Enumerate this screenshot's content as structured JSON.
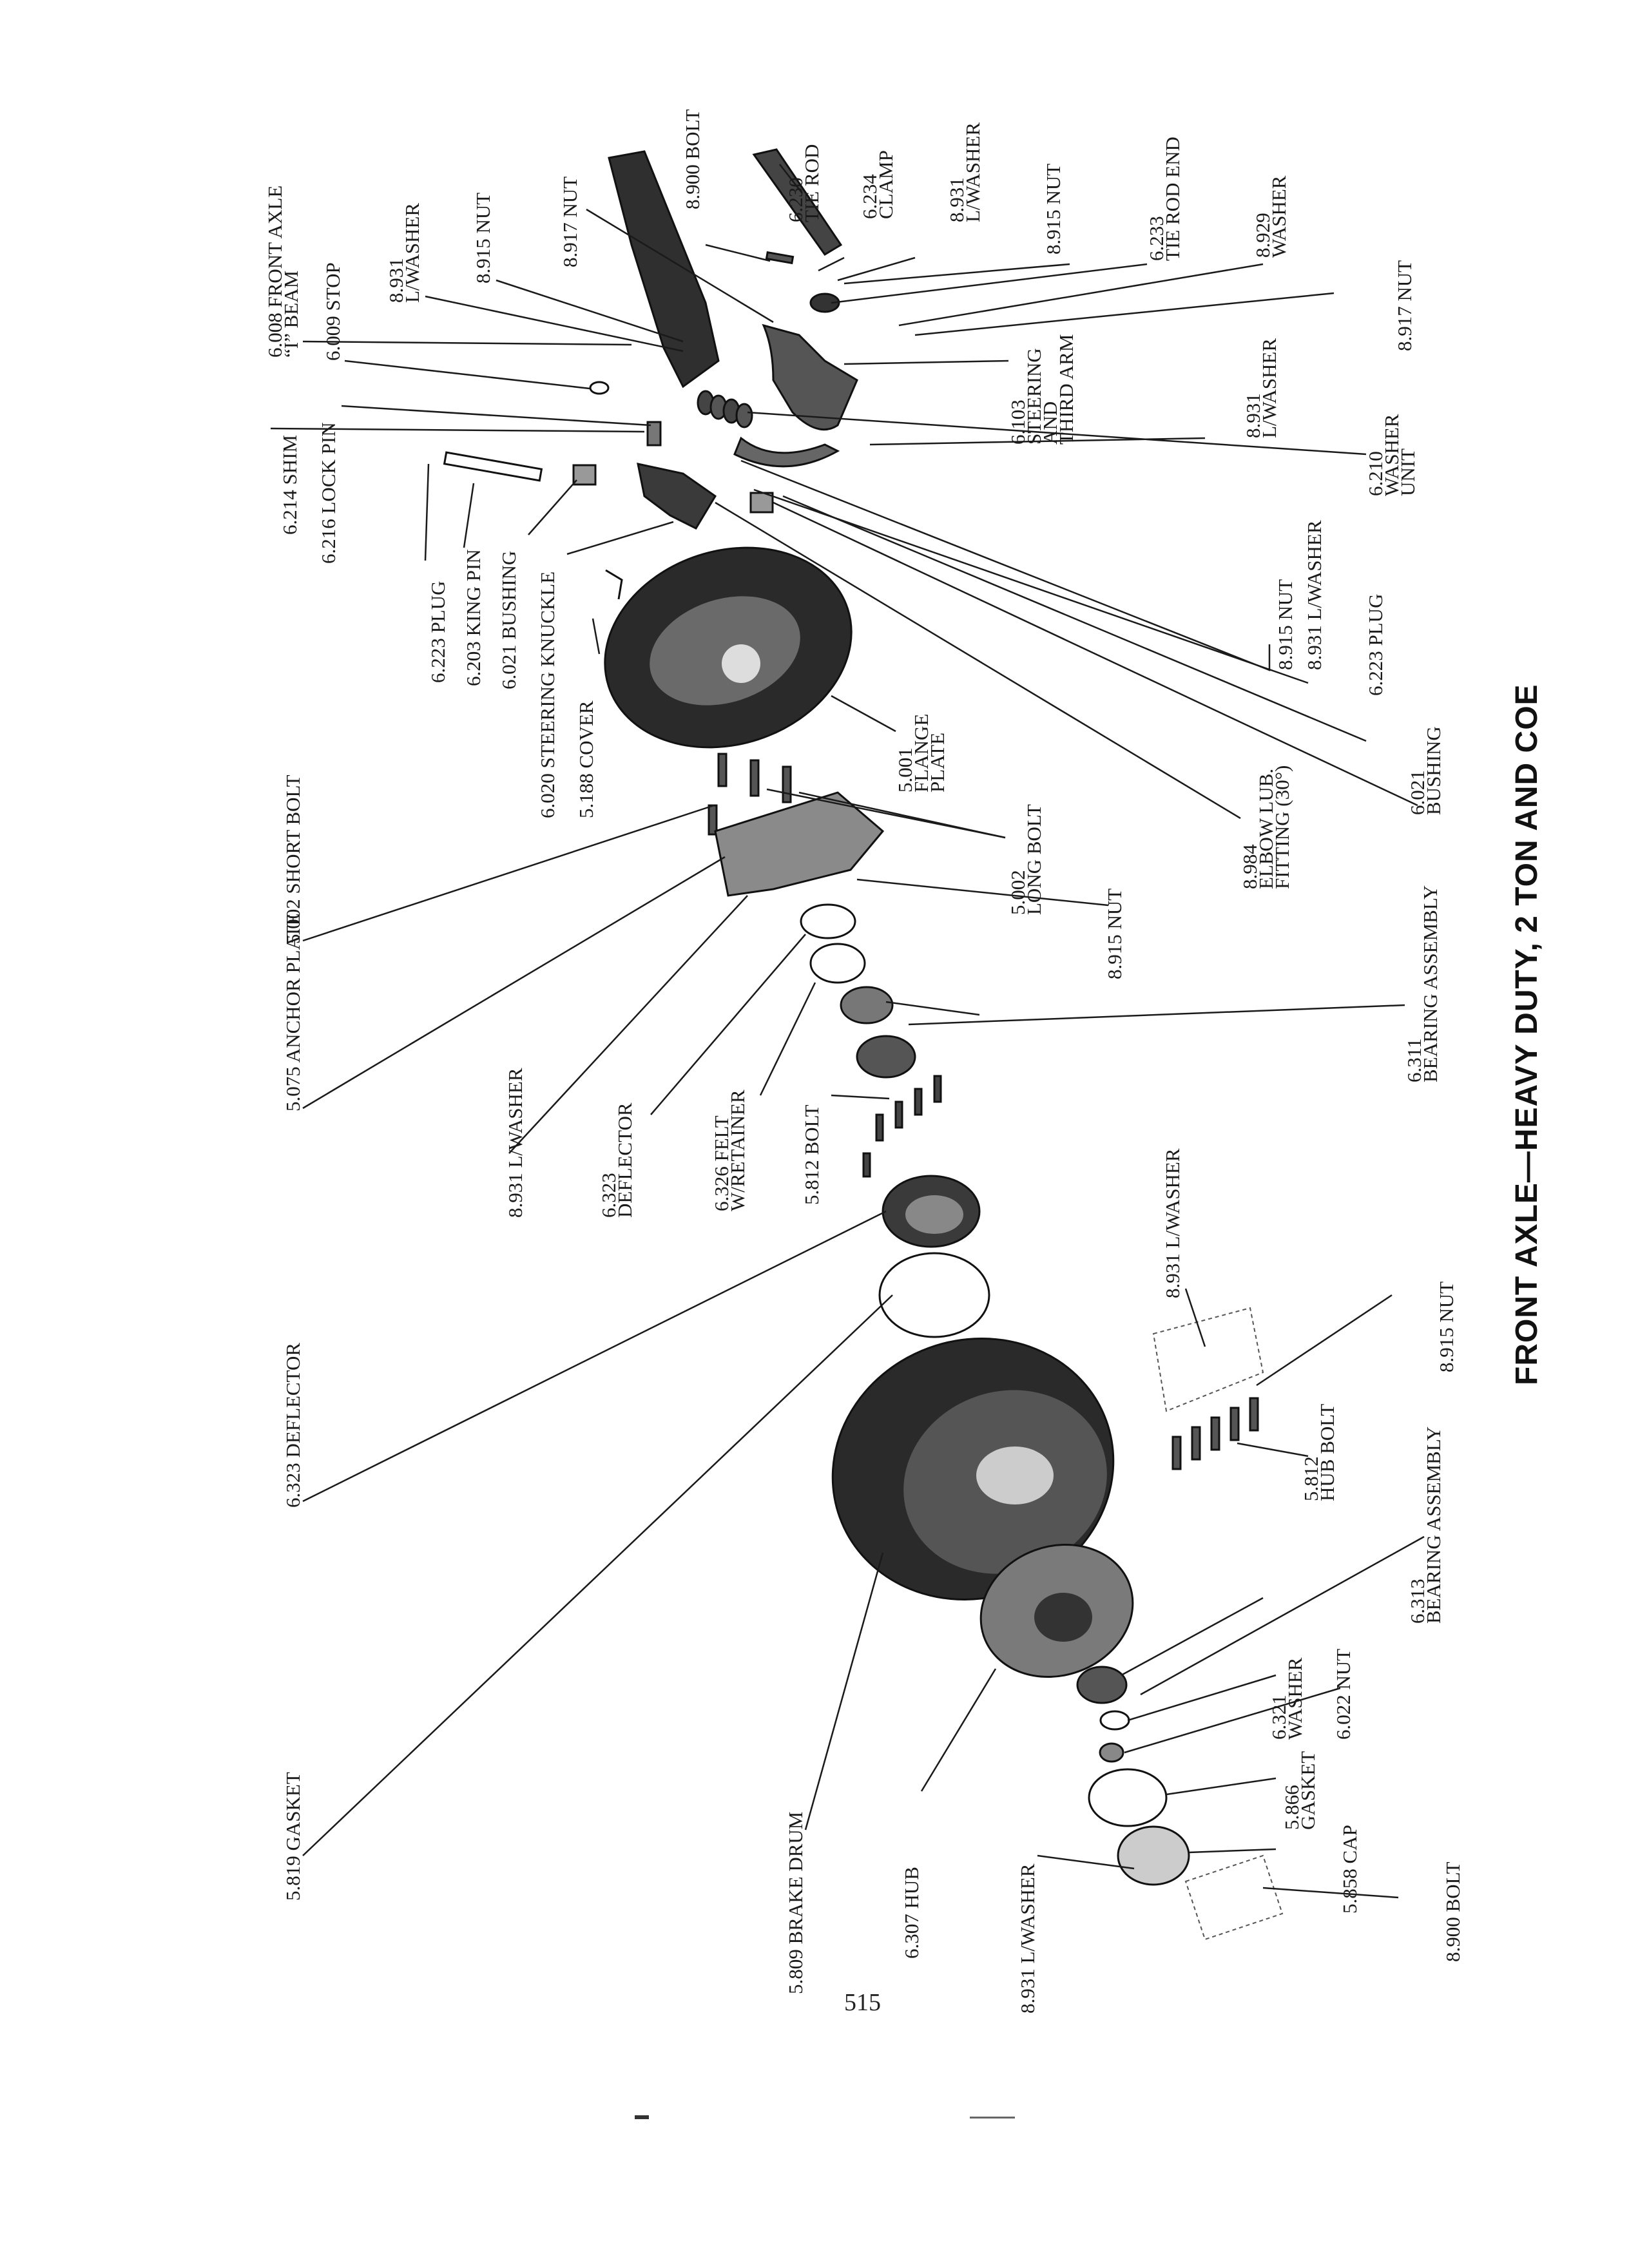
{
  "title": "FRONT AXLE—HEAVY DUTY, 2 TON AND COE",
  "page_number": "515",
  "labels": {
    "gasket_5819": "5.819 GASKET",
    "deflector_6323b": "6.323 DEFLECTOR",
    "anchor_plate": "5.075 ANCHOR PLATE",
    "short_bolt": "5.002 SHORT BOLT",
    "shim": "6.214 SHIM",
    "lock_pin": "6.216 LOCK PIN",
    "stop": "6.009 STOP",
    "front_axle_1": "6.008 FRONT AXLE",
    "front_axle_2": "“I” BEAM",
    "lw_top_1": "8.931",
    "lw_top_2": "L/WASHER",
    "nut_8915_top": "8.915 NUT",
    "nut_8917_top": "8.917 NUT",
    "bolt_8900_top": "8.900 BOLT",
    "tie_rod_1": "6.230",
    "tie_rod_2": "TIE ROD",
    "clamp_1": "6.234",
    "clamp_2": "CLAMP",
    "lw_clamp_1": "8.931",
    "lw_clamp_2": "L/WASHER",
    "nut_8915_right": "8.915 NUT",
    "tie_rod_end_1": "6.233",
    "tie_rod_end_2": "TIE ROD END",
    "washer_8929_1": "8.929",
    "washer_8929_2": "WASHER",
    "nut_8917_right": "8.917 NUT",
    "plug_6223": "6.223 PLUG",
    "king_pin": "6.203 KING PIN",
    "bushing_6021": "6.021 BUSHING",
    "steering_knuckle": "6.020 STEERING KNUCKLE",
    "cover": "5.188 COVER",
    "steering_arm_1": "6.103",
    "steering_arm_2": "STEERING",
    "steering_arm_3": "AND",
    "steering_arm_4": "THIRD ARM",
    "lw_8931_mid_1": "8.931",
    "lw_8931_mid_2": "L/WASHER",
    "washer_unit_1": "6.210",
    "washer_unit_2": "WASHER",
    "washer_unit_3": "UNIT",
    "nut_8915_mid": "8.915 NUT",
    "lw_8931_mid3": "8.931 L/WASHER",
    "plug_6223_right": "6.223 PLUG",
    "flange_plate_1": "5.001",
    "flange_plate_2": "FLANGE",
    "flange_plate_3": "PLATE",
    "long_bolt_1": "5.002",
    "long_bolt_2": "LONG BOLT",
    "elbow_1": "8.984",
    "elbow_2": "ELBOW LUB.",
    "elbow_3": "FITTING (30°)",
    "bushing_right_1": "6.021",
    "bushing_right_2": "BUSHING",
    "nut_8915_anchor": "8.915 NUT",
    "bearing_6311_1": "6.311",
    "bearing_6311_2": "BEARING ASSEMBLY",
    "lw_8931_anchor": "8.931 L/WASHER",
    "deflector_6323a_1": "6.323",
    "deflector_6323a_2": "DEFLECTOR",
    "felt_1": "6.326 FELT",
    "felt_2": "W/RETAINER",
    "bolt_5812": "5.812 BOLT",
    "lw_8931_hub": "8.931 L/WASHER",
    "nut_8915_hub": "8.915 NUT",
    "bearing_6313_1": "6.313",
    "bearing_6313_2": "BEARING ASSEMBLY",
    "hub_bolt_1": "5.812",
    "hub_bolt_2": "HUB BOLT",
    "washer_6321_1": "6.321",
    "washer_6321_2": "WASHER",
    "nut_6022": "6.022 NUT",
    "gasket_5866_1": "5.866",
    "gasket_5866_2": "GASKET",
    "cap_5858": "5.858 CAP",
    "bolt_8900_bottom": "8.900 BOLT",
    "brake_drum": "5.809 BRAKE DRUM",
    "hub_6307": "6.307 HUB",
    "lw_8931_bottom": "8.931 L/WASHER"
  }
}
